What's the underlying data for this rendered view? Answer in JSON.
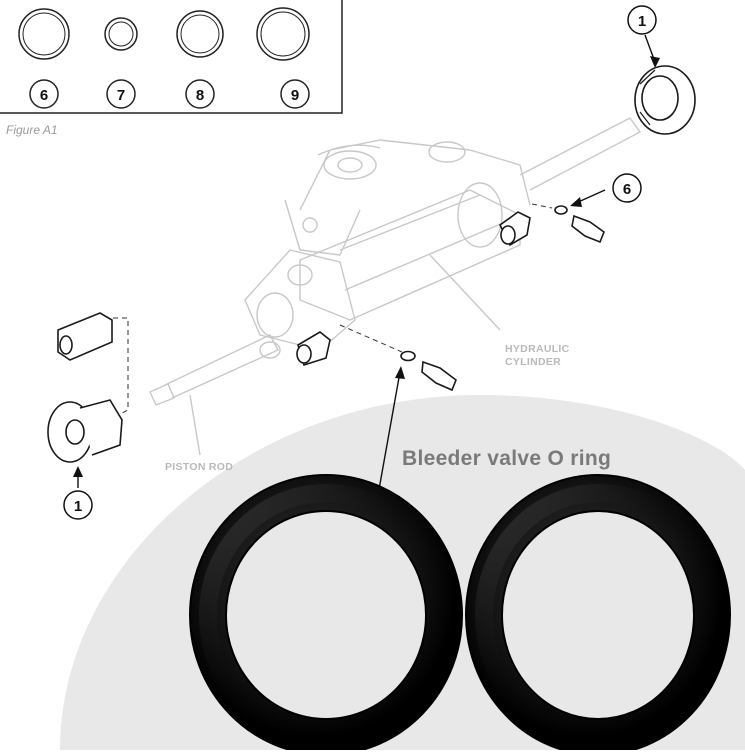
{
  "inset": {
    "callouts": [
      "6",
      "7",
      "8",
      "9"
    ],
    "figure_label": "Figure A1"
  },
  "diagram": {
    "top_right_callout": "1",
    "bleeder_callout": "6",
    "bottom_left_callout": "1",
    "hydraulic_cylinder_label_1": "HYDRAULIC",
    "hydraulic_cylinder_label_2": "CYLINDER",
    "piston_rod_label": "PISTON ROD"
  },
  "product": {
    "title": "Bleeder valve O ring",
    "ring_color": "#111111",
    "backdrop_color": "#e8e8e8"
  }
}
